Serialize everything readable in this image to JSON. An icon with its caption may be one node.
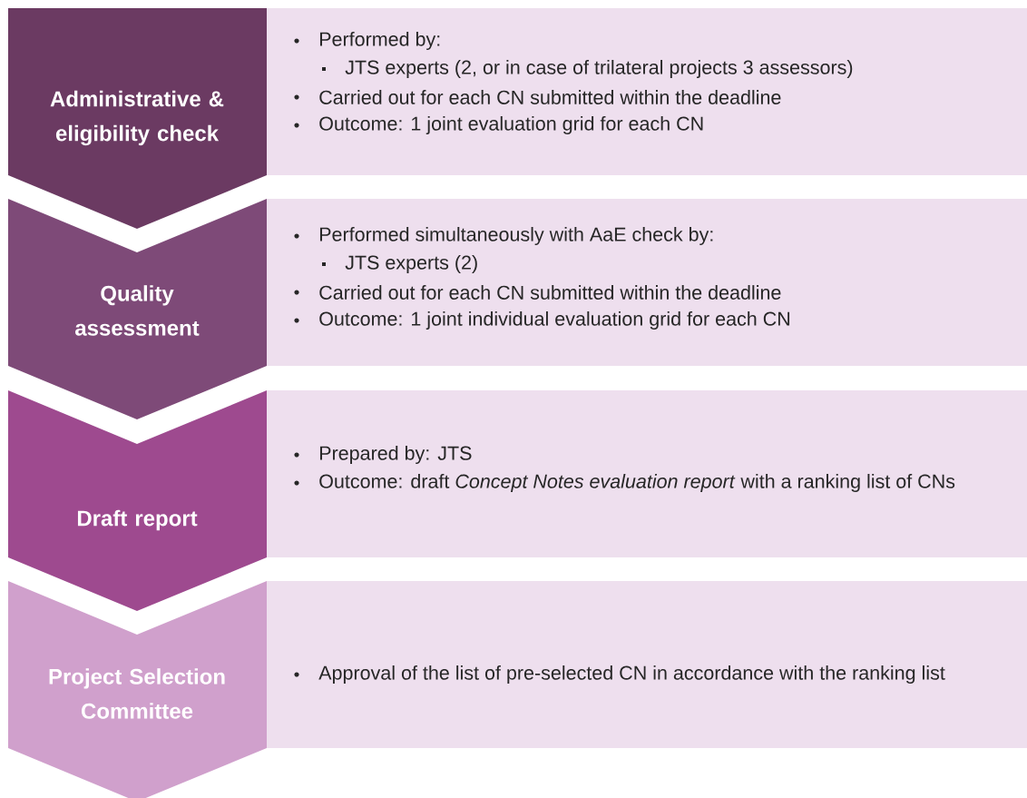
{
  "diagram": {
    "nodes": [
      {
        "text": [
          "Administrative & eligibility check"
        ]
      },
      {
        "text": [
          "Performed by:",
          "JTS experts (2, or in case of trilateral projects 3 assessors)",
          "Carried out for each CN submitted within the deadline",
          "Outcome: 1 joint evaluation grid for each CN"
        ]
      },
      {
        "text": [
          "Quality assessment"
        ]
      },
      {
        "text": [
          "Performed simultaneously with AaE check by:",
          "JTS experts (2)",
          "Carried out for each CN submitted within the deadline",
          "Outcome: 1 joint individual evaluation grid for each CN"
        ]
      },
      {
        "text": [
          "Draft report"
        ]
      },
      {
        "text": [
          "Prepared by: JTS",
          "Outcome: draft *Concept Notes evaluation report* with a ranking list of CNs"
        ]
      },
      {
        "text": [
          "Project Selection Committee"
        ]
      },
      {
        "text": [
          "Approval of the list of pre-selected CN in accordance with the ranking list"
        ]
      }
    ]
  }
}
